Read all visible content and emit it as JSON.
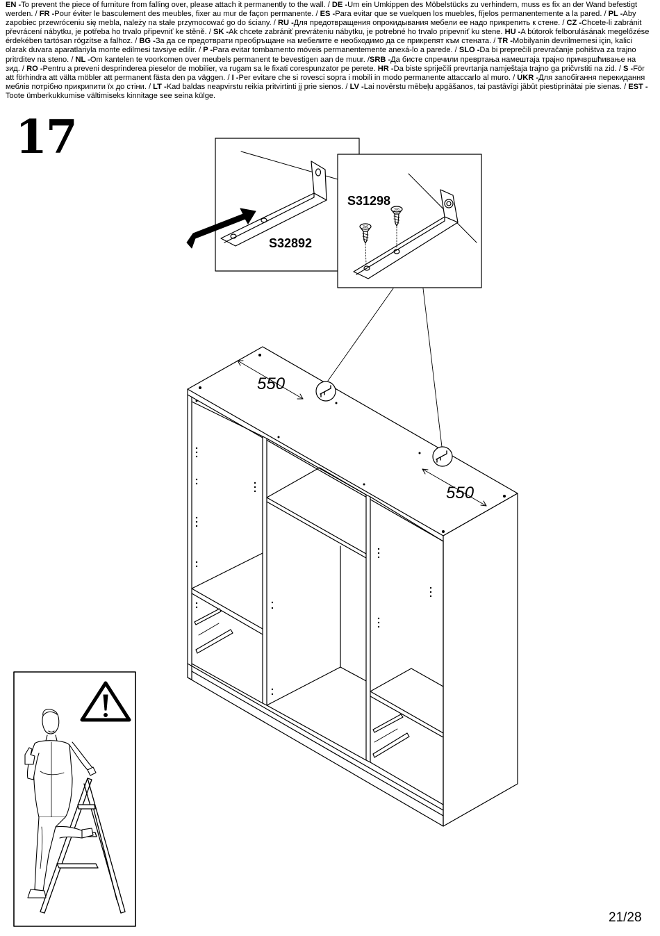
{
  "instructions": [
    {
      "code": "EN",
      "text": "To prevent the piece of furniture from falling over, please attach it permanently to the wall. / "
    },
    {
      "code": "DE",
      "text": "Um ein Umkippen des Möbelstücks zu verhindern, muss es fix an der Wand befestigt werden. / "
    },
    {
      "code": "FR",
      "text": "Pour éviter le basculement des meubles, fixer au mur de façon permanente. / "
    },
    {
      "code": "ES",
      "text": "Para evitar que se vuelquen los muebles, fíjelos permanentemente a la pared. / "
    },
    {
      "code": "PL",
      "text": "Aby zapobiec przewróceniu się mebla, należy na stałe przymocować go do ściany. / "
    },
    {
      "code": "RU",
      "text": "Для предотвращения опрокидывания мебели ее надо прикрепить к стене. / "
    },
    {
      "code": "CZ",
      "text": "Chcete-li zabránit převrácení nábytku, je potřeba ho trvalo připevniť ke stěně. / "
    },
    {
      "code": "SK",
      "text": "Ak chcete zabrániť prevráteniu nábytku, je potrebné ho trvalo pripevniť ku stene. "
    },
    {
      "code": "HU",
      "text": "A bútorok felborulásának megelőzése érdekében tartósan rögzítse a falhoz. / "
    },
    {
      "code": "BG",
      "text": "За да се предотврати преобръщане на мебелите е необходимо да се  прикрепят към стената. / "
    },
    {
      "code": "TR",
      "text": "Mobilyanin devrilmemesi için, kalici olarak duvara aparatlariyla monte edilmesi tavsiye edilir. / "
    },
    {
      "code": "P",
      "text": "Para evitar tombamento móveis permanentemente anexá-lo a parede. / "
    },
    {
      "code": "SLO",
      "text": "Da bi preprečili prevračanje pohištva za trajno pritrditev na steno. / "
    },
    {
      "code": "NL",
      "text": "Om kantelen te voorkomen over meubels permanent te bevestigen aan de muur. /"
    },
    {
      "code": "SRB",
      "text": "Да бисте спречили превртања намештаја трајно причвршћивање на зид. / "
    },
    {
      "code": "RO",
      "text": "Pentru a preveni desprinderea pieselor de mobilier, va rugam sa le fixati corespunzator pe perete. "
    },
    {
      "code": "HR",
      "text": "Da biste spriječili prevrtanja namještaja trajno ga pričvrstiti na zid. / "
    },
    {
      "code": "S",
      "text": "För att förhindra att välta möbler att permanent fästa den pa väggen. / "
    },
    {
      "code": "I",
      "text": "Per evitare che si rovesci sopra i mobili in modo permanente attaccarlo al muro. / "
    },
    {
      "code": "UKR",
      "text": "Для запобігання перекидання меблів потрібно прикрипити їх до стіни. / "
    },
    {
      "code": "LT",
      "text": "Kad baldas neapvirstu reikia pritvirtinti jį prie sienos. / "
    },
    {
      "code": "LV",
      "text": "Lai novērstu mēbeļu apgāšanos, tai pastāvīgi jābūt piestiprinātai pie sienas. / "
    },
    {
      "code": "EST",
      "text": "Toote ümberkukkumise vältimiseks kinnitage see seina külge."
    }
  ],
  "step_number": "17",
  "parts": {
    "bracket_code": "S32892",
    "screw_code": "S31298",
    "screw_head_mark": "3x6"
  },
  "dimensions": {
    "left_distance": "550",
    "right_distance": "550"
  },
  "page_number": "21/28"
}
